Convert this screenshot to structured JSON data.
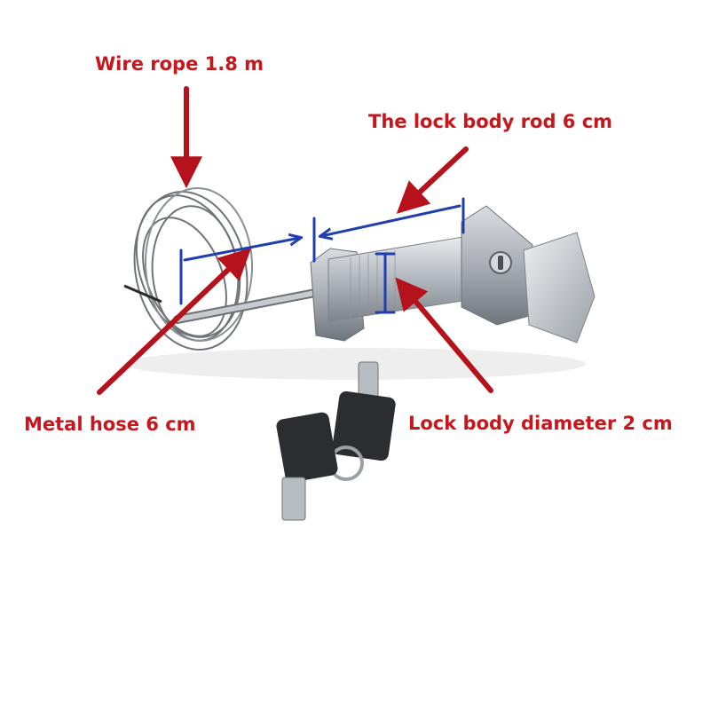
{
  "labels": {
    "wire_rope": "Wire rope 1.8 m",
    "lock_body_rod": "The lock body rod 6 cm",
    "metal_hose": "Metal hose 6 cm",
    "lock_body_diameter": "Lock body diameter 2 cm"
  },
  "colors": {
    "label_text": "#c8161d",
    "pointer_arrow": "#b5121b",
    "dimension_marker": "#1f3fae",
    "metal": "#b9bec4",
    "key_head": "#2b2d31"
  },
  "icons": [
    "pointer-arrow",
    "dimension-arrow",
    "key-shape"
  ]
}
